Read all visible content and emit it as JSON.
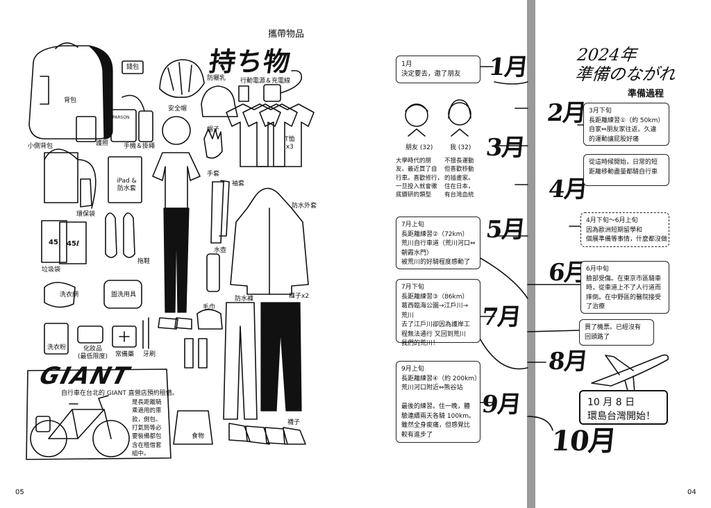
{
  "left_page": {
    "title": "持ち物",
    "subtitle": "攜帶物品",
    "page_number": "05",
    "items": {
      "backpack": "背包",
      "side_bag": "小側背包",
      "wallet": "錢包",
      "passport": "護照",
      "phone": "手機＆掛繩",
      "helmet": "安全帽",
      "sunscreen": "防曬乳",
      "powerbank": "行動電源＆充電線",
      "hat": "帽子",
      "tshirt": "T恤\nx3",
      "gloves": "手套",
      "arm_sleeves": "袖套",
      "ipad": "iPad &\n防水套",
      "waterproof_jacket": "防水外套",
      "cooler_bag": "環保袋",
      "trash_bag": "垃圾袋",
      "sandals": "拖鞋",
      "water_bottle": "水壺",
      "laundry_net": "洗衣網",
      "toiletries": "盥洗用具",
      "towel": "毛巾",
      "waterproof_pants": "防水褲",
      "pants": "褲子x2",
      "detergent": "洗衣粉",
      "cosmetics": "化妝品\n(最低限度)",
      "medicine": "常備藥",
      "toothbrush": "牙刷",
      "food": "食物",
      "socks": "襪子",
      "trash_bag_label_1": "45",
      "trash_bag_label_2": "45ℓ",
      "phone_brand": "PARSON"
    },
    "giant": {
      "logo": "GIANT",
      "caption": "自行車在台北的 GIANT 直營店預約租借。",
      "note": "是長距離騎\n乘適用的車\n款，側包、\n打氣筒等必\n要裝備都包\n含在租借套\n組中。"
    }
  },
  "right_page": {
    "title": "2024年\n準備のながれ",
    "subtitle": "準備過程",
    "page_number": "04",
    "months": [
      "1月",
      "2月",
      "3月",
      "4月",
      "5月",
      "6月",
      "7月",
      "8月",
      "9月",
      "10月"
    ],
    "friend": {
      "label": "朋友 (32)",
      "desc": "大學時代的朋\n友。最近買了自\n行車。喜歡修行，\n一旦投入就會徹\n底鑽研的類型"
    },
    "me": {
      "label": "我 (32)",
      "desc": "不擅長運動\n但喜歡移動\n的插畫家。\n住在日本，\n有台灣血統"
    },
    "boxes": {
      "jan": "1月\n決定要去，邀了朋友",
      "mar_late": "3月下旬\n長距離練習①（約 50km）\n自家⇔朋友家往返。久違\n的運動讓屁股好痛",
      "mar_after": "從這時候開始，日常的短\n距離移動盡量都騎自行車",
      "apr_jun": "4月下旬〜6月上旬\n因為歐洲短期留學和\n個展準備等事情，什麼都沒做",
      "jul_early": "7月上旬\n長距離練習②（72km）\n荒川自行車道（荒川河口⇔\n朝霞水門）\n被荒川的好騎程度感動了",
      "jun_mid": "6月中旬\n臉部受傷。在東京市區騎車\n時，從車道上不了人行道而\n摔倒。在中野區的醫院接受\n了治療",
      "jul_late": "7月下旬\n長距離練習③（86km）\n葛西臨海公園→江戶川→\n荒川\n去了江戶川卻因為護岸工\n程無法通行 又回到荒川\n我們的荒川！",
      "ticket": "買了機票。已經沒有\n回頭路了",
      "sep_early": "9月上旬\n長距離練習④（約 200km）\n荒川河口附近⇔熊谷站\n\n最後的練習。住一晚，體\n驗連續兩天各騎 100km。\n雖然全身痠痛，但感覺比\n較有進步了",
      "oct8": "10 月 8 日\n環島台灣開始！"
    }
  }
}
